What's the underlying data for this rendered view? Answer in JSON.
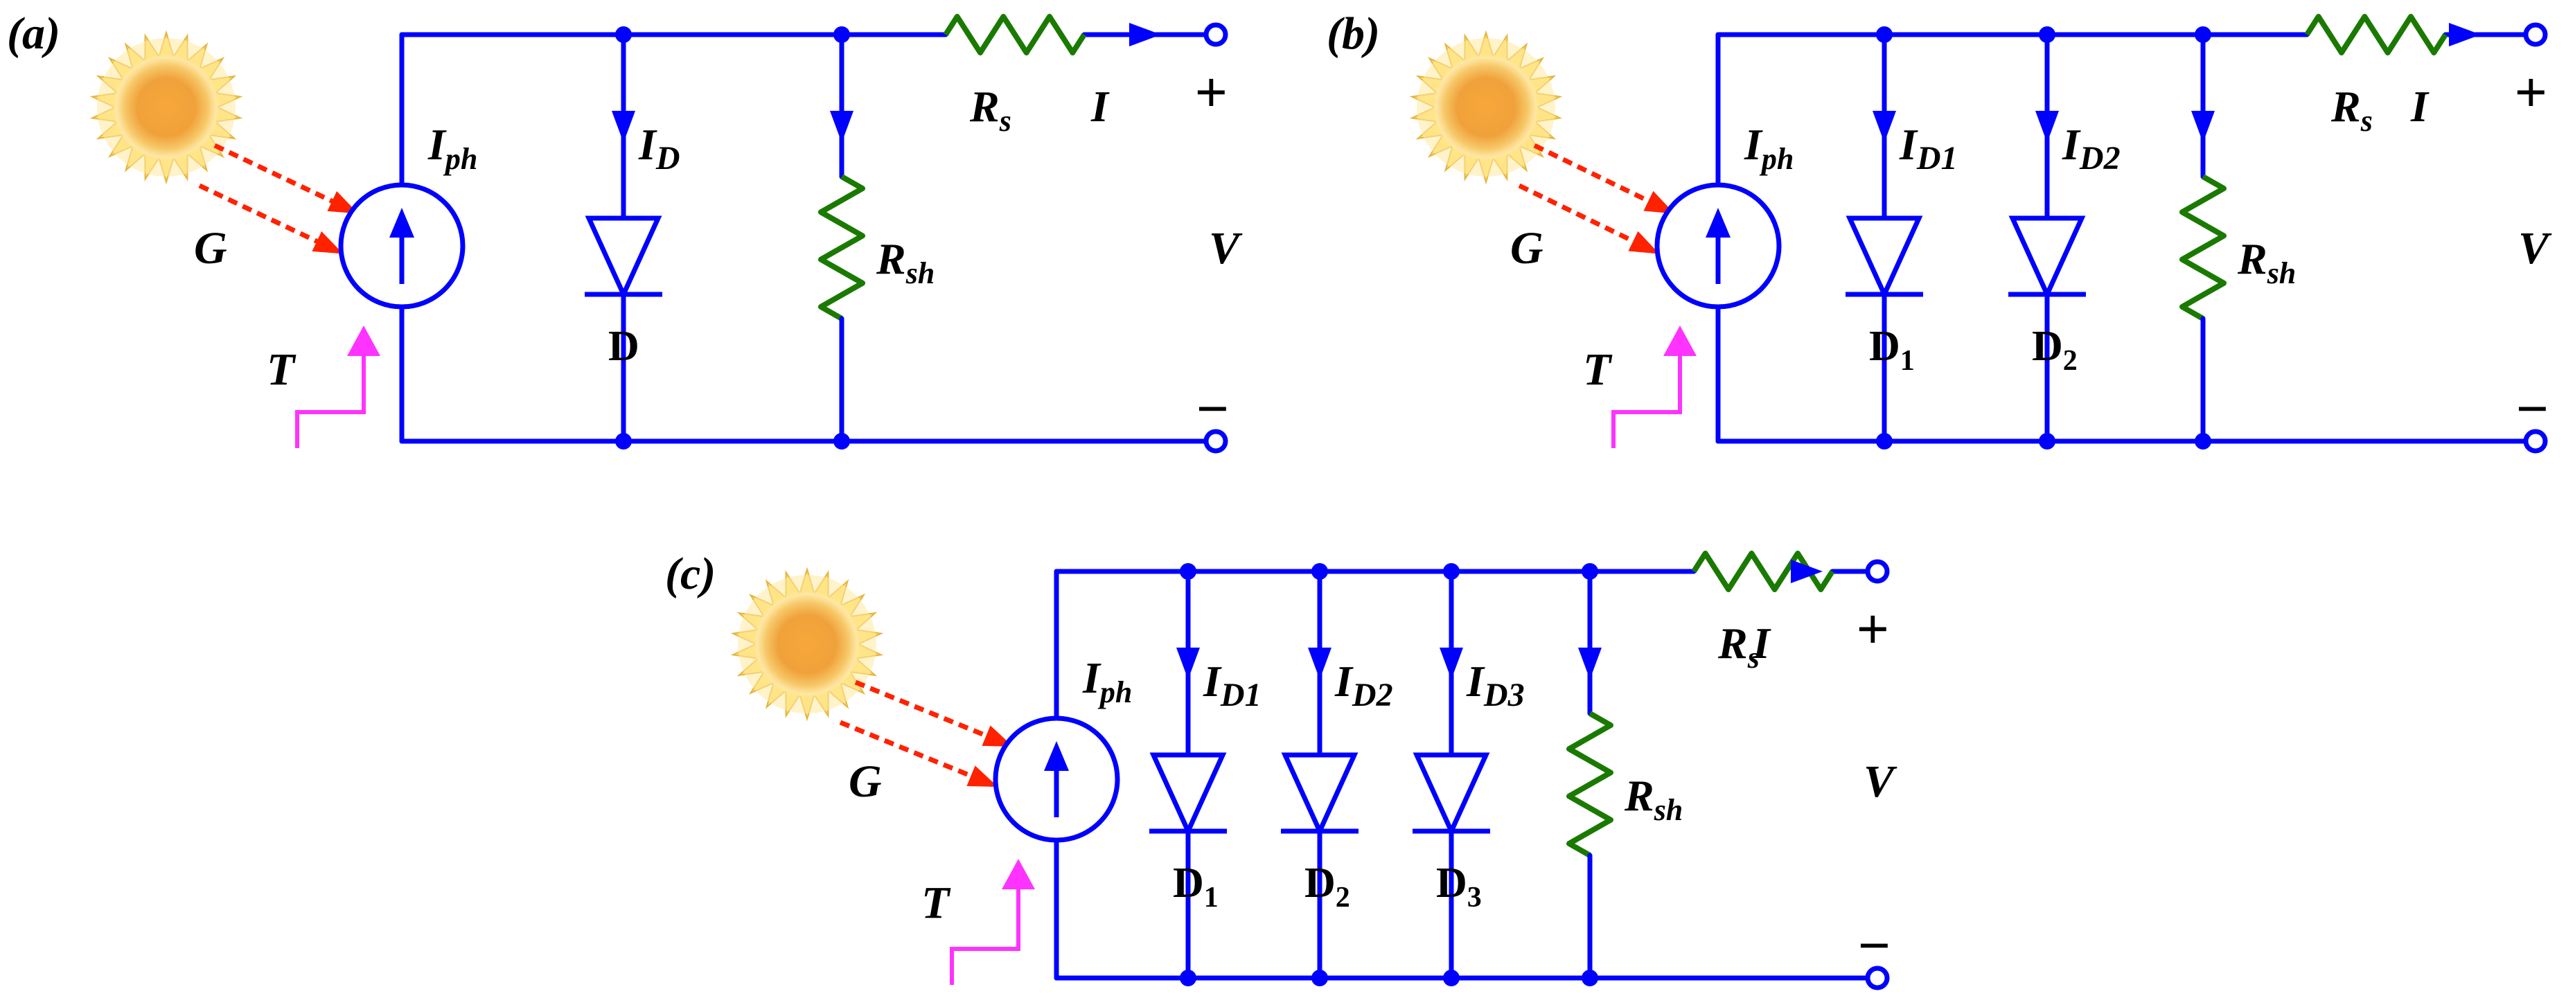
{
  "colors": {
    "wire": "#0000ff",
    "resistor": "#1a7a00",
    "ray": "#ff2200",
    "temperature": "#ff33ff",
    "sun_core": "#f59a2a",
    "sun_glow": "#ffe9a0",
    "text": "#000000"
  },
  "icons": {
    "sun": "sun-icon",
    "current_source": "current-source-icon",
    "diode": "diode-icon",
    "resistor": "resistor-icon",
    "terminal": "terminal-icon",
    "temperature_step": "temperature-step-icon"
  },
  "panels": [
    {
      "id": "a",
      "tag": "(a)",
      "source_label": "I",
      "source_sub": "ph",
      "irradiance_label": "G",
      "temperature_label": "T",
      "diodes": [
        {
          "current_main": "I",
          "current_sub": "D",
          "name_main": "D",
          "name_sub": ""
        }
      ],
      "shunt": {
        "main": "R",
        "sub": "sh"
      },
      "series": {
        "main": "R",
        "sub": "s"
      },
      "output_current": "I",
      "voltage": "V",
      "plus": "+",
      "minus": "−"
    },
    {
      "id": "b",
      "tag": "(b)",
      "source_label": "I",
      "source_sub": "ph",
      "irradiance_label": "G",
      "temperature_label": "T",
      "diodes": [
        {
          "current_main": "I",
          "current_sub": "D1",
          "name_main": "D",
          "name_sub": "1"
        },
        {
          "current_main": "I",
          "current_sub": "D2",
          "name_main": "D",
          "name_sub": "2"
        }
      ],
      "shunt": {
        "main": "R",
        "sub": "sh"
      },
      "series": {
        "main": "R",
        "sub": "s"
      },
      "output_current": "I",
      "voltage": "V",
      "plus": "+",
      "minus": "−"
    },
    {
      "id": "c",
      "tag": "(c)",
      "source_label": "I",
      "source_sub": "ph",
      "irradiance_label": "G",
      "temperature_label": "T",
      "diodes": [
        {
          "current_main": "I",
          "current_sub": "D1",
          "name_main": "D",
          "name_sub": "1"
        },
        {
          "current_main": "I",
          "current_sub": "D2",
          "name_main": "D",
          "name_sub": "2"
        },
        {
          "current_main": "I",
          "current_sub": "D3",
          "name_main": "D",
          "name_sub": "3"
        }
      ],
      "shunt": {
        "main": "R",
        "sub": "sh"
      },
      "series": {
        "main": "R",
        "sub": "s"
      },
      "output_current": "I",
      "voltage": "V",
      "plus": "+",
      "minus": "−"
    }
  ]
}
